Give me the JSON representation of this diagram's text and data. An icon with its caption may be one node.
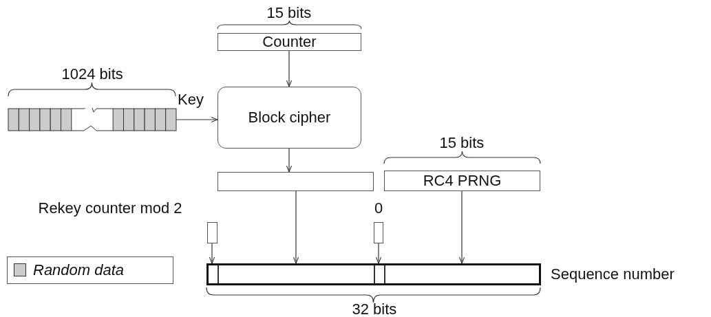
{
  "diagram": {
    "nodes": [
      {
        "text": [
          "Counter"
        ]
      },
      {
        "text": [],
        "shape": "bar"
      },
      {
        "text": [
          "Block cipher"
        ]
      },
      {
        "text": [],
        "shape": "box"
      },
      {
        "text": [
          "RC4 PRNG"
        ]
      },
      {
        "text": [
          "Rekey counter mod 2"
        ]
      },
      {
        "text": [
          "0"
        ]
      },
      {
        "text": [],
        "shape": "bar",
        "beside": [
          "Sequence number"
        ]
      }
    ],
    "edges": [
      {
        "from": 0,
        "to": 2,
        "arrow": "to"
      },
      {
        "from": 1,
        "to": 2,
        "arrow": "to",
        "label": "Key"
      },
      {
        "from": 2,
        "to": 3,
        "arrow": "to"
      },
      {
        "from": 5,
        "to": 7,
        "arrow": "to"
      },
      {
        "from": 3,
        "to": 7,
        "arrow": "to"
      },
      {
        "from": 6,
        "to": 7,
        "arrow": "to"
      },
      {
        "from": 4,
        "to": 7,
        "arrow": "to"
      }
    ],
    "labels": [
      "15 bits",
      "1024 bits",
      "15 bits",
      "32 bits"
    ],
    "legend": [
      {
        "text": "Random data",
        "color": "#cccccc"
      }
    ]
  }
}
